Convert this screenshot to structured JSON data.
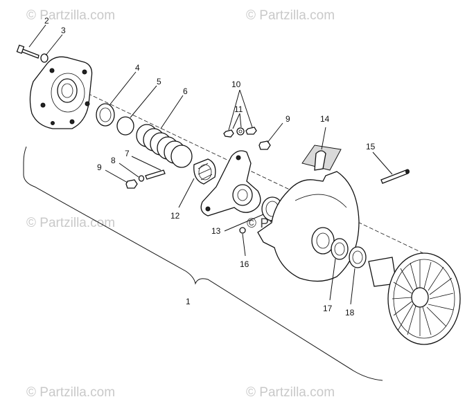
{
  "watermark": {
    "text": "© Partzilla.com",
    "center_text": "© Partzilla.com"
  },
  "callouts": {
    "c1": "1",
    "c2": "2",
    "c3": "3",
    "c4": "4",
    "c5": "5",
    "c6": "6",
    "c7": "7",
    "c8": "8",
    "c9a": "9",
    "c9b": "9",
    "c10": "10",
    "c11": "11",
    "c12": "12",
    "c13": "13",
    "c14": "14",
    "c15": "15",
    "c16": "16",
    "c17": "17",
    "c18": "18"
  }
}
